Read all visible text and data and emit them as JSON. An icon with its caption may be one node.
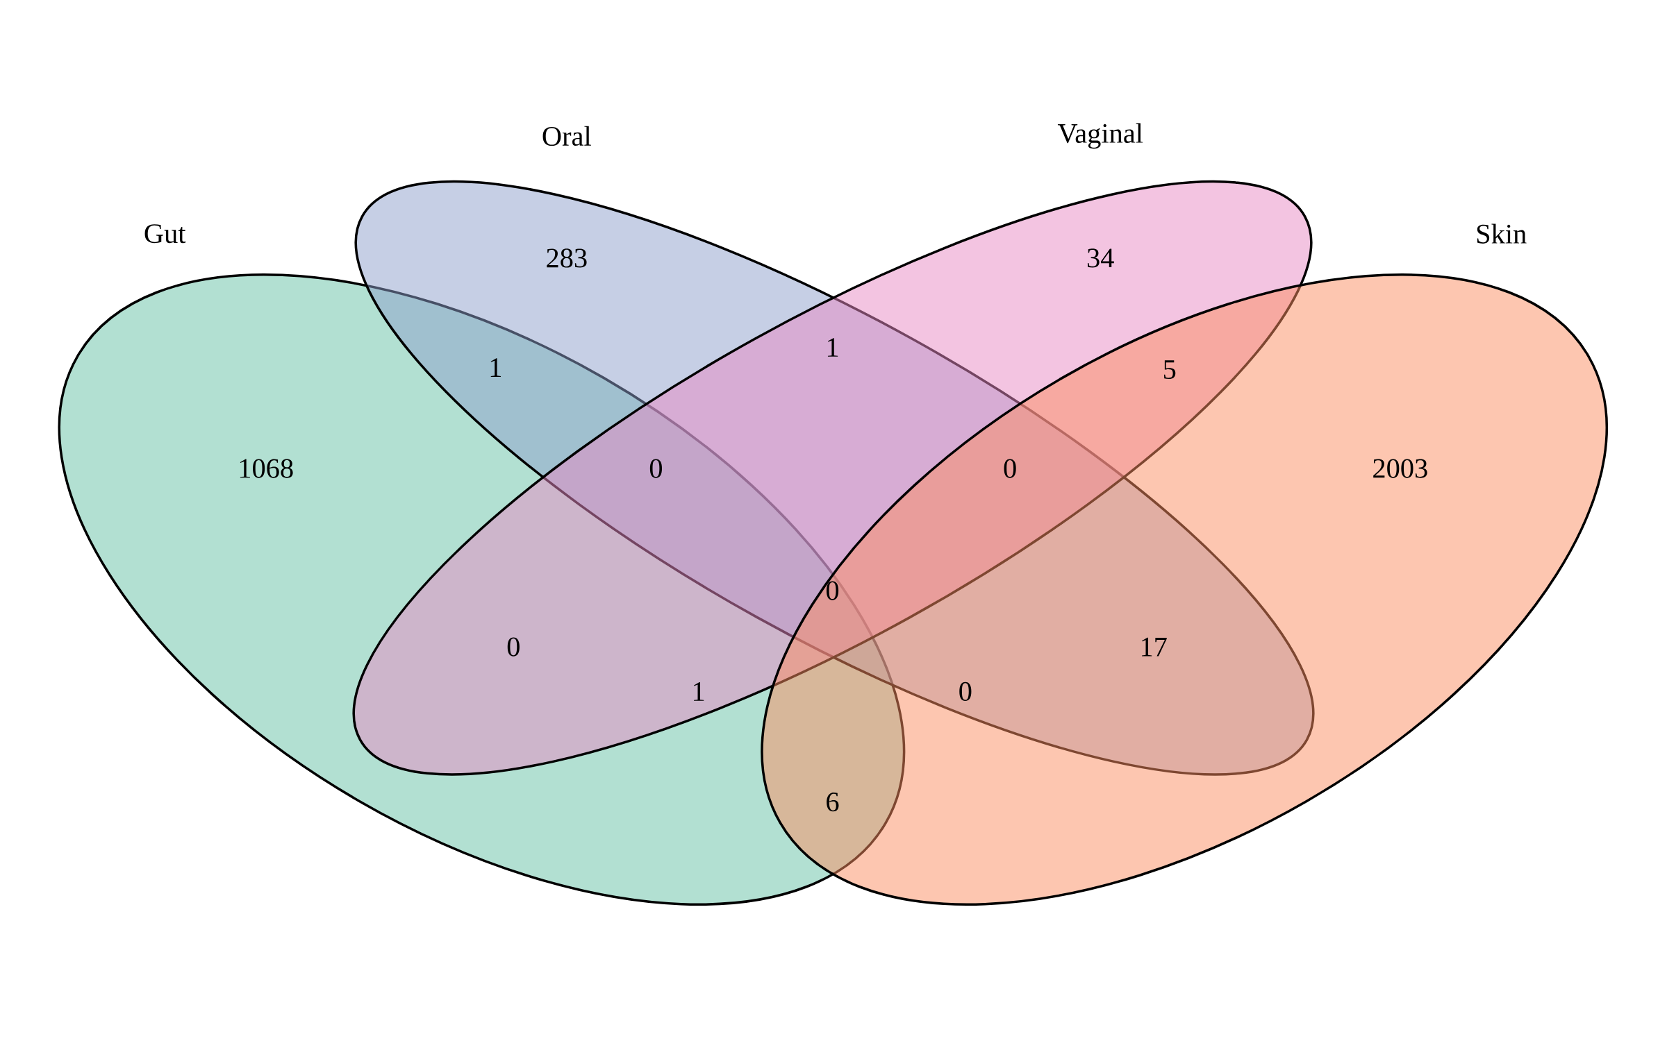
{
  "diagram": {
    "nodes": [
      {
        "text": [
          "Gut"
        ]
      },
      {
        "text": [
          "Oral"
        ]
      },
      {
        "text": [
          "Vaginal"
        ]
      },
      {
        "text": [
          "Skin"
        ]
      }
    ],
    "labels": [
      "283",
      "34",
      "1",
      "1",
      "5",
      "1068",
      "0",
      "0",
      "2003",
      "0",
      "0",
      "17",
      "1",
      "0",
      "6"
    ]
  }
}
